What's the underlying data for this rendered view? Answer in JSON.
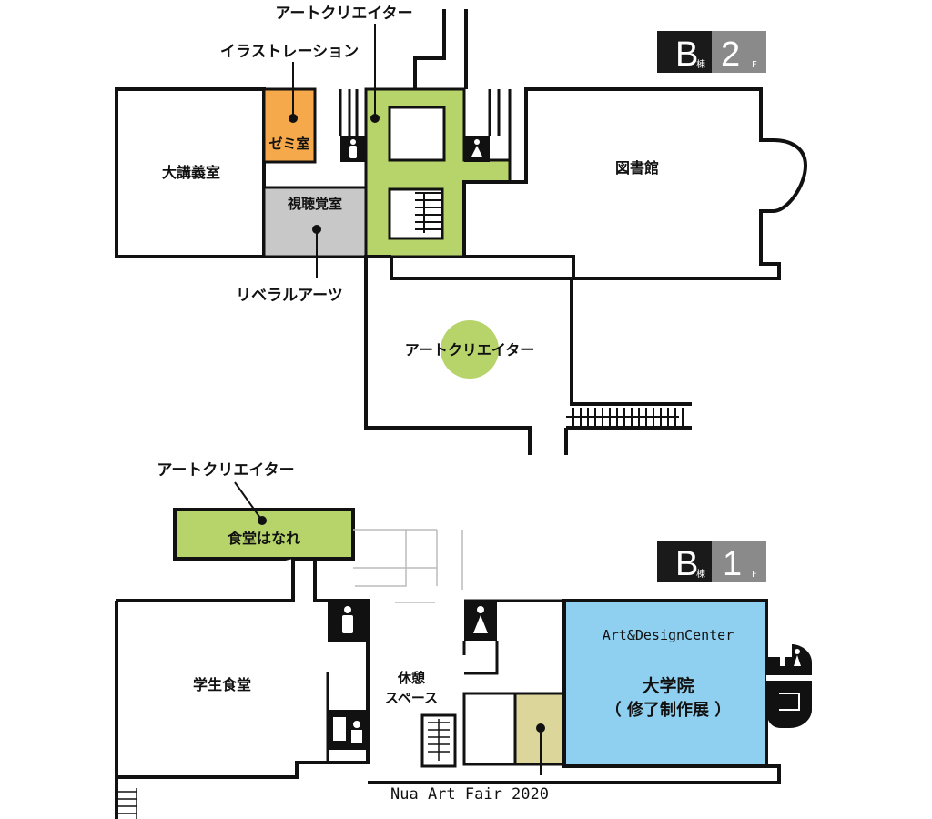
{
  "floor_b2": {
    "building": "B",
    "building_unit": "棟",
    "floor": "2",
    "floor_unit": "F",
    "rooms": {
      "lecture": "大講義室",
      "seminar": "ゼミ室",
      "av_room": "視聴覚室",
      "library": "図書館"
    },
    "callouts": {
      "art_creator_corridor": "アートクリエイター",
      "illustration": "イラストレーション",
      "liberal_arts": "リベラルアーツ",
      "art_creator_hall": "アートクリエイター"
    }
  },
  "floor_b1": {
    "building": "B",
    "building_unit": "棟",
    "floor": "1",
    "floor_unit": "F",
    "rooms": {
      "annex_cafeteria": "食堂はなれ",
      "student_cafeteria": "学生食堂",
      "rest_space_line1": "休憩",
      "rest_space_line2": "スペース",
      "center_name": "Art&DesignCenter",
      "graduate_line1": "大学院",
      "graduate_line2": "（ 修了制作展 ）"
    },
    "callouts": {
      "art_creator_annex": "アートクリエイター",
      "nua_art_fair": "Nua Art Fair 2020"
    }
  },
  "colors": {
    "green": "#b6d46a",
    "orange": "#f5a94a",
    "gray": "#c8c8c8",
    "blue": "#8fd0f0",
    "khaki": "#dcd69a",
    "wall": "#111111",
    "badge_dark": "#1a1a1a",
    "badge_gray": "#8a8a8a"
  },
  "icons": [
    "restroom-male-icon",
    "restroom-female-icon",
    "stairs-icon",
    "elevator-icon",
    "vending-machine-icon",
    "door-swing-icon"
  ]
}
